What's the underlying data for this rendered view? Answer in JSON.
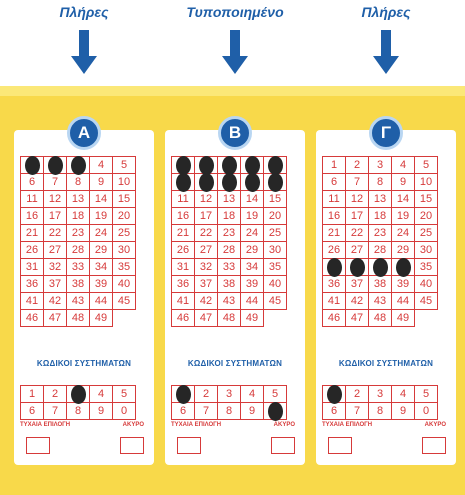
{
  "labels": [
    "Πλήρες",
    "Τυποποιημένο",
    "Πλήρες"
  ],
  "colors": {
    "accent": "#1f5fa8",
    "grid": "#d63a3a",
    "band": "#f8d94a",
    "mark": "#262626"
  },
  "footer": {
    "quick_pick": "ΤΥΧΑΙΑ ΕΠΙΛΟΓΗ",
    "cancel": "ΑΚΥΡΟ"
  },
  "cards": [
    {
      "letter": "Α",
      "system_title": "ΚΩΔΙΚΟΙ ΣΥΣΤΗΜΑΤΩΝ",
      "marked": [
        1,
        2,
        3
      ],
      "system_marked": [
        3
      ]
    },
    {
      "letter": "Β",
      "system_title": "ΚΩΔΙΚΟΙ ΣΥΣΤΗΜΑΤΩΝ",
      "marked": [
        1,
        2,
        3,
        4,
        5,
        6,
        7,
        8,
        9,
        10
      ],
      "system_marked": [
        1,
        0
      ]
    },
    {
      "letter": "Γ",
      "system_title": "ΚΩΔΙΚΟΙ ΣΥΣΤΗΜΑΤΩΝ",
      "marked": [
        31,
        32,
        33,
        34
      ],
      "system_marked": [
        1
      ]
    }
  ]
}
